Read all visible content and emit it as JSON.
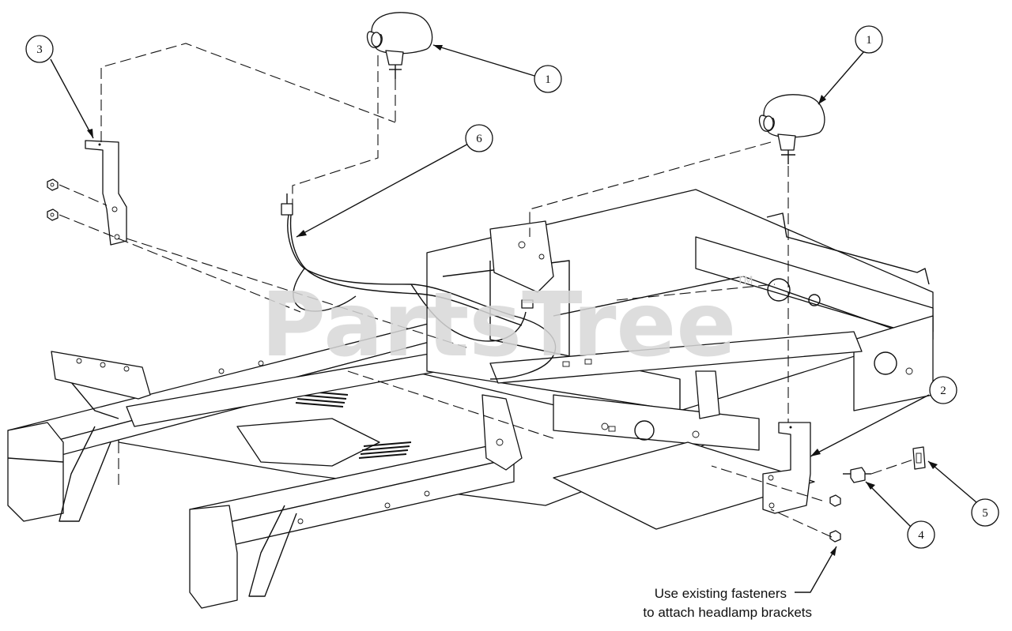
{
  "callouts": [
    {
      "id": "callout-3",
      "label": "3"
    },
    {
      "id": "callout-1-left",
      "label": "1"
    },
    {
      "id": "callout-1-right",
      "label": "1"
    },
    {
      "id": "callout-6",
      "label": "6"
    },
    {
      "id": "callout-2",
      "label": "2"
    },
    {
      "id": "callout-4",
      "label": "4"
    },
    {
      "id": "callout-5",
      "label": "5"
    }
  ],
  "note": {
    "line1": "Use existing fasteners",
    "line2": "to attach headlamp brackets"
  },
  "watermark": {
    "text": "PartsTree",
    "tm": "TM"
  }
}
